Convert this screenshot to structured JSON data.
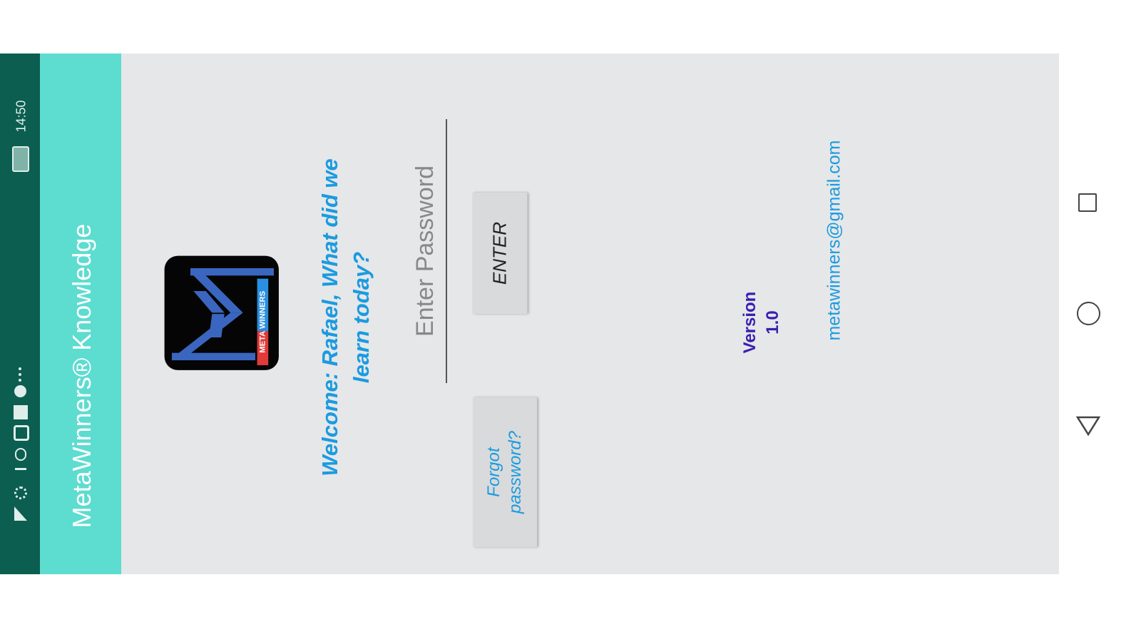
{
  "status_bar": {
    "time": "14:50",
    "icons": [
      "signal-icon",
      "wifi-icon",
      "usb-icon",
      "voicemail-icon",
      "instagram-icon",
      "photo-icon",
      "chrome-icon",
      "more-icon",
      "battery-charging-icon"
    ]
  },
  "toolbar": {
    "title": "MetaWinners® Knowledge"
  },
  "logo": {
    "text": "META WINNERS"
  },
  "welcome": {
    "line1": "Welcome: Rafael, What did we",
    "line2": "learn today?"
  },
  "password": {
    "placeholder": "Enter Password",
    "value": ""
  },
  "buttons": {
    "enter": "ENTER",
    "forgot_line1": "Forgot",
    "forgot_line2": "password?"
  },
  "version": {
    "label": "Version",
    "number": "1.0"
  },
  "contact": {
    "email": "metawinners@gmail.com"
  },
  "colors": {
    "status_bar": "#0b5e50",
    "toolbar": "#5ddcd0",
    "background": "#e6e7e8",
    "accent": "#1a9be0",
    "version": "#3a1fb0"
  },
  "nav": {
    "icons": [
      "recent-apps-icon",
      "home-icon",
      "back-icon"
    ]
  }
}
